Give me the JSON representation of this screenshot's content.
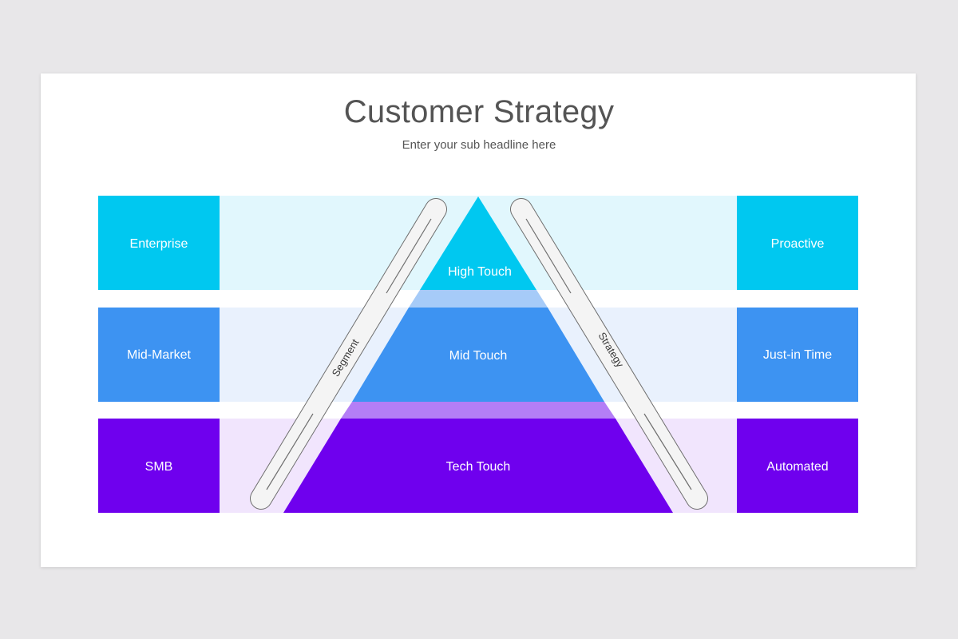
{
  "slide": {
    "title": "Customer Strategy",
    "subtitle": "Enter your sub headline here"
  },
  "tiers": [
    {
      "segment": "Enterprise",
      "touch": "High Touch",
      "strategy": "Proactive",
      "color": "#00c8f0",
      "band_color": "#e1f7fd",
      "connector_color": "#a6cbf8"
    },
    {
      "segment": "Mid-Market",
      "touch": "Mid Touch",
      "strategy": "Just-in Time",
      "color": "#3d93f2",
      "band_color": "#e9f1fd",
      "connector_color": "#b47ef6"
    },
    {
      "segment": "SMB",
      "touch": "Tech Touch",
      "strategy": "Automated",
      "color": "#6f00ee",
      "band_color": "#f1e5fd"
    }
  ],
  "rails": {
    "left_label": "Segment",
    "right_label": "Strategy",
    "fill": "#f4f4f4",
    "stroke": "#6e6e6e"
  }
}
